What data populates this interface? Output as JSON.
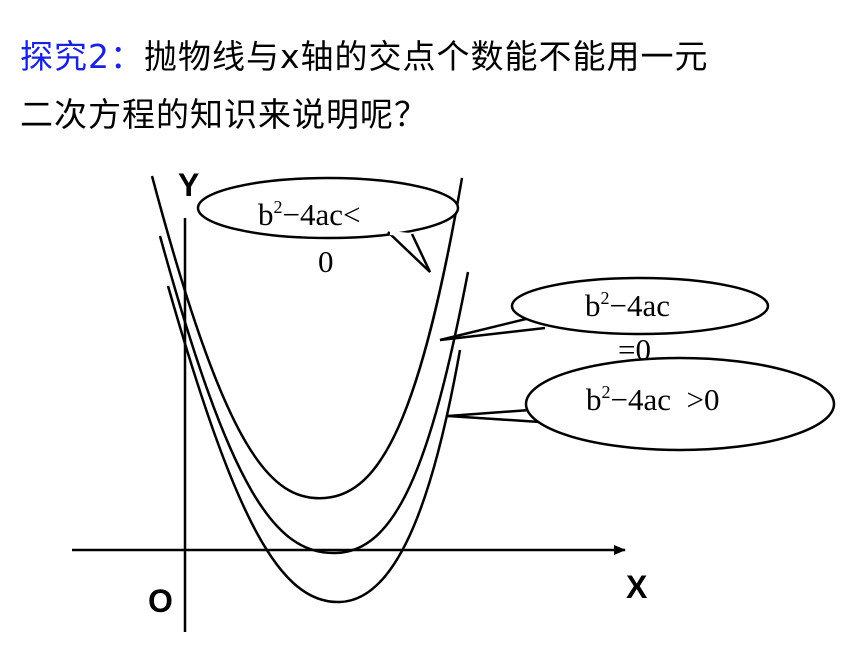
{
  "title": {
    "lead": "探究2：",
    "line1_rest": "抛物线与x轴的交点个数能不能用一元",
    "line2": "二次方程的知识来说明呢？"
  },
  "axes": {
    "x_label": "X",
    "y_label": "Y",
    "origin_label": "O"
  },
  "callouts": {
    "less": {
      "prefix": "b",
      "sup": "2",
      "expr": "−4ac<",
      "line2": "0"
    },
    "equal": {
      "prefix": "b",
      "sup": "2",
      "expr": "−4ac",
      "line2": "=0"
    },
    "greater": {
      "prefix": "b",
      "sup": "2",
      "expr": "−4ac  >0"
    }
  },
  "colors": {
    "accent": "#1a22e0",
    "ink": "#000000"
  }
}
